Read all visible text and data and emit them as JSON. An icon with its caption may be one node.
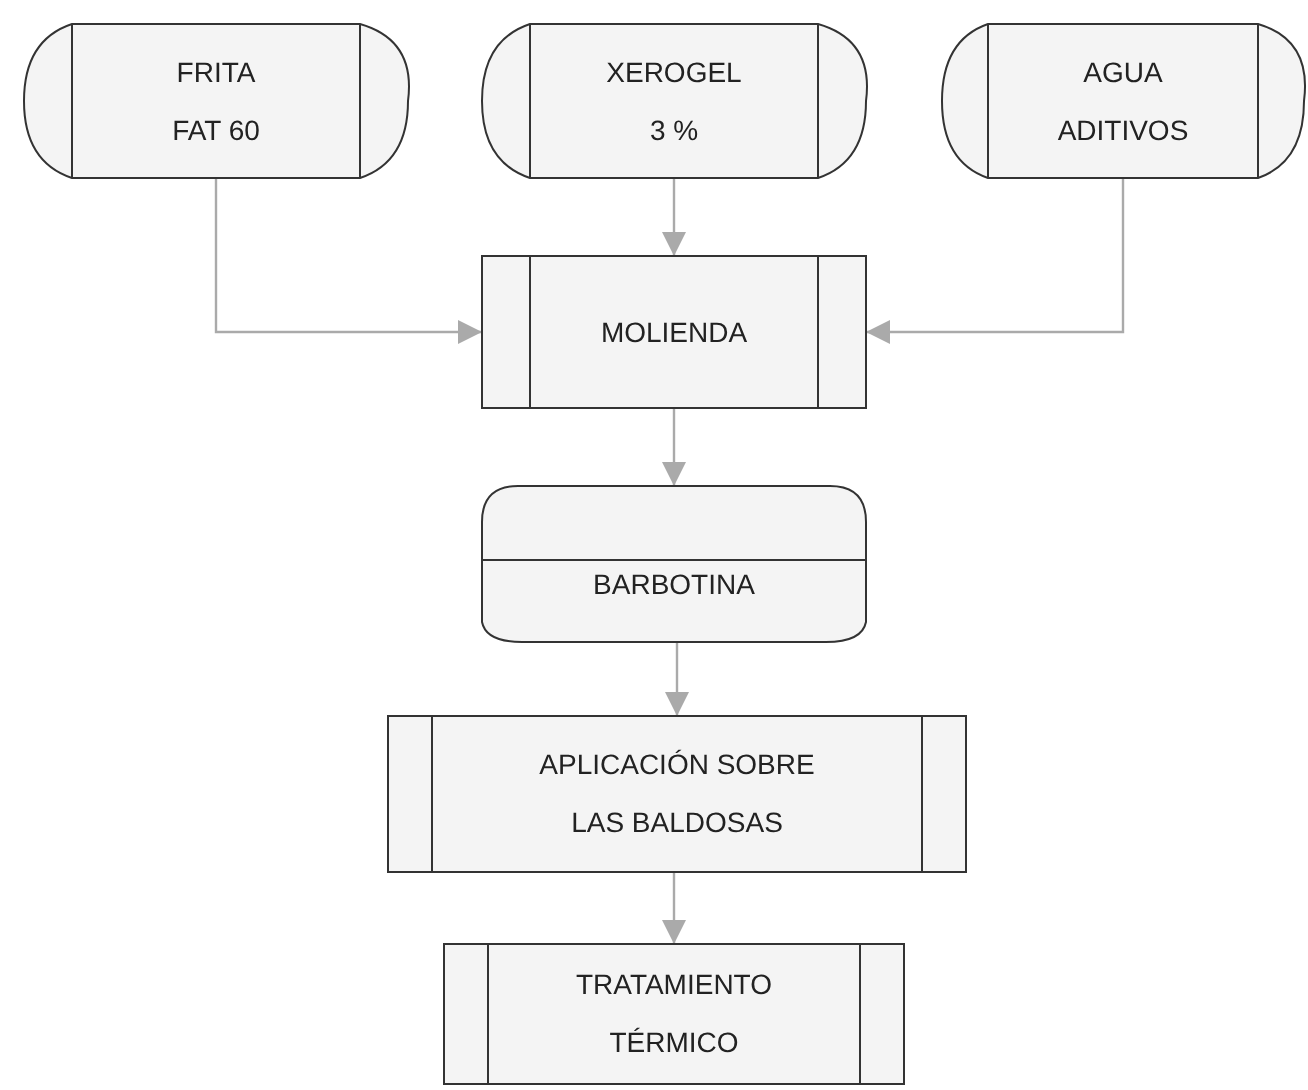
{
  "diagram": {
    "nodes": [
      {
        "text": [
          "FRITA",
          "FAT 60"
        ]
      },
      {
        "text": [
          "XEROGEL",
          "3 %"
        ]
      },
      {
        "text": [
          "AGUA",
          "ADITIVOS"
        ]
      },
      {
        "text": [
          "MOLIENDA"
        ]
      },
      {
        "text": [
          "BARBOTINA"
        ]
      },
      {
        "text": [
          "APLICACIÓN SOBRE LAS BALDOSAS"
        ]
      },
      {
        "text": [
          "TRATAMIENTO TÉRMICO"
        ]
      }
    ],
    "edges": [
      {
        "from": 0,
        "to": 3,
        "arrow": "to"
      },
      {
        "from": 1,
        "to": 3,
        "arrow": "to"
      },
      {
        "from": 2,
        "to": 3,
        "arrow": "to"
      },
      {
        "from": 3,
        "to": 4,
        "arrow": "to"
      },
      {
        "from": 4,
        "to": 5,
        "arrow": "to"
      },
      {
        "from": 5,
        "to": 6,
        "arrow": "to"
      }
    ]
  }
}
